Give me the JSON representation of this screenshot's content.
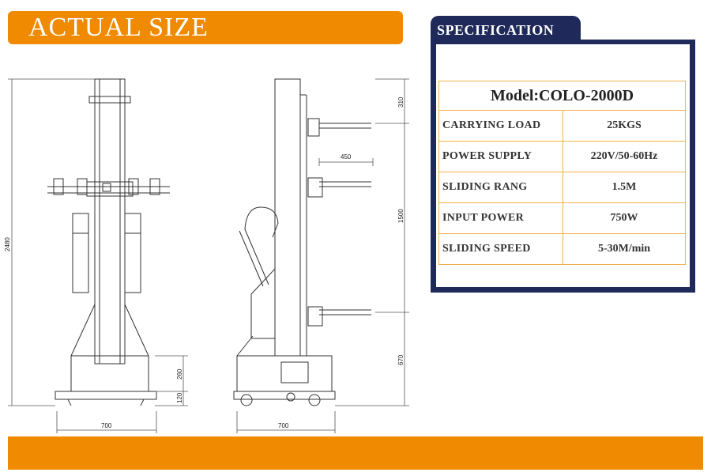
{
  "header": {
    "title": "ACTUAL SIZE"
  },
  "spec": {
    "title": "SPECIFICATION",
    "model": "Model:COLO-2000D",
    "rows": [
      {
        "label": "CARRYING LOAD",
        "value": "25KGS"
      },
      {
        "label": "POWER SUPPLY",
        "value": "220V/50-60Hz"
      },
      {
        "label": "SLIDING RANG",
        "value": "1.5M"
      },
      {
        "label": "INPUT POWER",
        "value": "750W"
      },
      {
        "label": "SLIDING SPEED",
        "value": "5-30M/min"
      }
    ]
  },
  "dimensions": {
    "total_height": "2480",
    "base_width_front": "700",
    "base_width_side": "700",
    "base_height": "120",
    "cabinet_height": "260",
    "top_offset": "310",
    "arm_length": "450",
    "stroke": "1500",
    "bottom_offset": "670"
  },
  "colors": {
    "accent": "#f08a00",
    "navy": "#1f2a5a",
    "table_border": "#f3b04d"
  }
}
